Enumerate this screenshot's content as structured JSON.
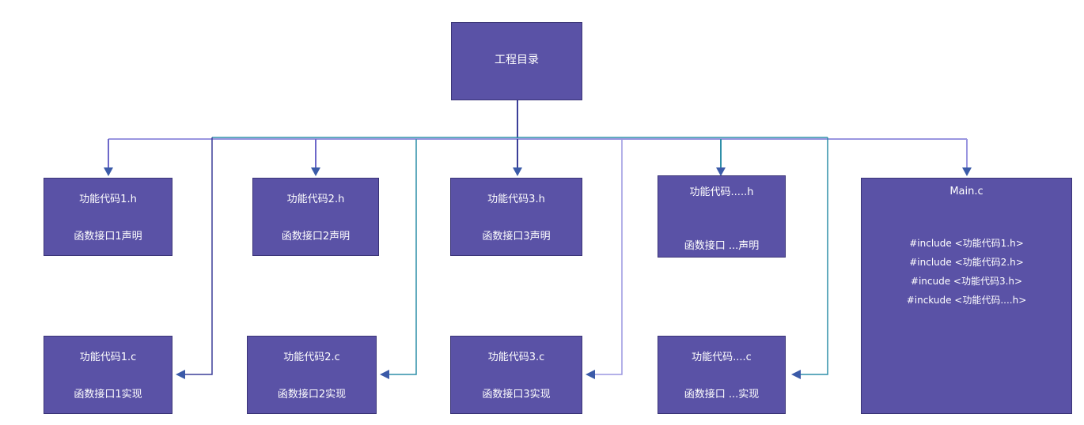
{
  "colors": {
    "box_fill": "#5a52a6",
    "box_border": "#3a3477",
    "connector_dark": "#3b3f99",
    "connector_light": "#9a96e0",
    "connector_teal": "#2f8fa8",
    "text": "#ffffff"
  },
  "root": {
    "label": "工程目录"
  },
  "headers": [
    {
      "title": "功能代码1.h",
      "desc": "函数接口1声明"
    },
    {
      "title": "功能代码2.h",
      "desc": "函数接口2声明"
    },
    {
      "title": "功能代码3.h",
      "desc": "函数接口3声明"
    },
    {
      "title": "功能代码.....h",
      "desc": "函数接口 ...声明"
    }
  ],
  "sources": [
    {
      "title": "功能代码1.c",
      "desc": "函数接口1实现"
    },
    {
      "title": "功能代码2.c",
      "desc": "函数接口2实现"
    },
    {
      "title": "功能代码3.c",
      "desc": "函数接口3实现"
    },
    {
      "title": "功能代码....c",
      "desc": "函数接口 ...实现"
    }
  ],
  "main": {
    "title": "Main.c",
    "includes": [
      "#include <功能代码1.h>",
      "#include <功能代码2.h>",
      "#incude <功能代码3.h>",
      "#inckude <功能代码....h>"
    ]
  }
}
